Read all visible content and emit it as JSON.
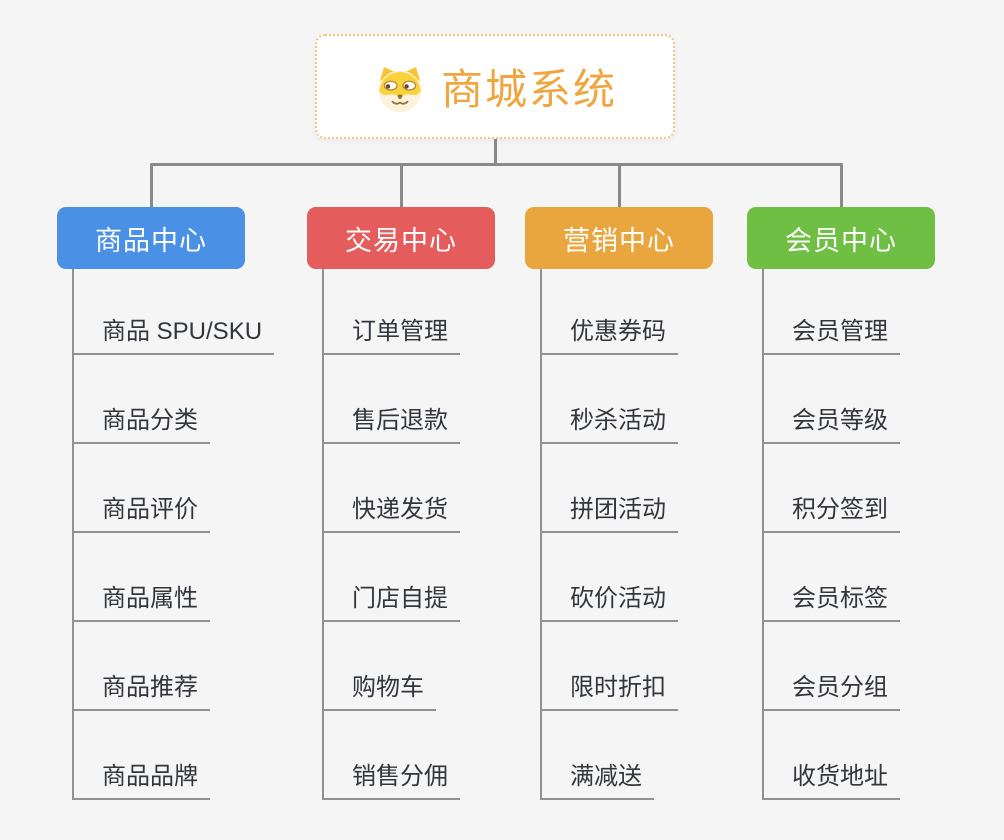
{
  "page": {
    "background_color": "#f5f5f6",
    "connector_color": "#8a8a8a"
  },
  "root": {
    "title": "商城系统",
    "title_color": "#f0a63f",
    "border_color": "#f2c57e",
    "icon": "doge-face-icon"
  },
  "branches": [
    {
      "label": "商品中心",
      "color": "#4a90e4",
      "items": [
        "商品 SPU/SKU",
        "商品分类",
        "商品评价",
        "商品属性",
        "商品推荐",
        "商品品牌"
      ]
    },
    {
      "label": "交易中心",
      "color": "#e45c5c",
      "items": [
        "订单管理",
        "售后退款",
        "快递发货",
        "门店自提",
        "购物车",
        "销售分佣"
      ]
    },
    {
      "label": "营销中心",
      "color": "#e9a63e",
      "items": [
        "优惠券码",
        "秒杀活动",
        "拼团活动",
        "砍价活动",
        "限时折扣",
        "满减送"
      ]
    },
    {
      "label": "会员中心",
      "color": "#6fbf44",
      "items": [
        "会员管理",
        "会员等级",
        "积分签到",
        "会员标签",
        "会员分组",
        "收货地址"
      ]
    }
  ]
}
